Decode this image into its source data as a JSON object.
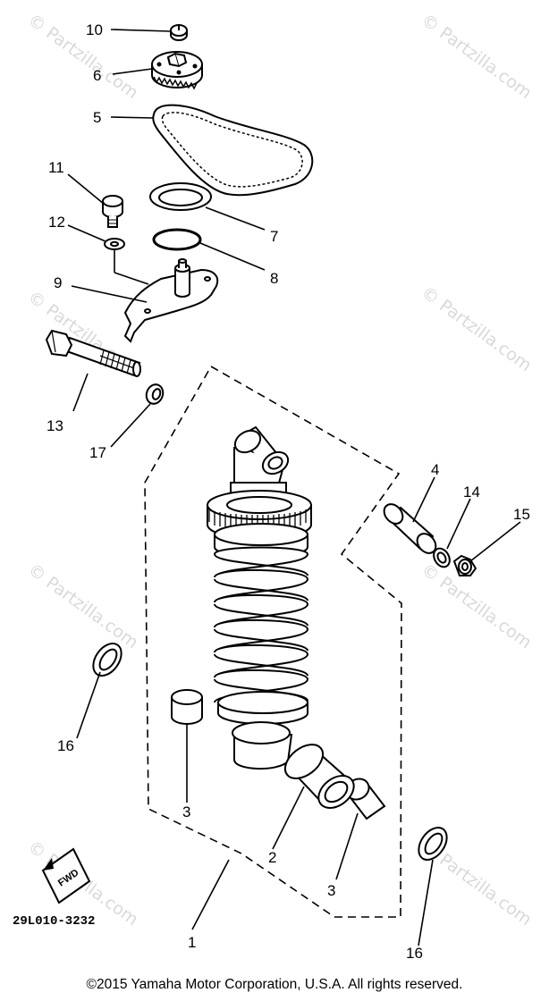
{
  "watermark": "© Partzilla.com",
  "callouts": {
    "p10": "10",
    "p6": "6",
    "p5": "5",
    "p11": "11",
    "p12": "12",
    "p7": "7",
    "p8": "8",
    "p9": "9",
    "p13": "13",
    "p17": "17",
    "p4": "4",
    "p14": "14",
    "p15": "15",
    "p16a": "16",
    "p16b": "16",
    "p3a": "3",
    "p3b": "3",
    "p2": "2",
    "p1": "1"
  },
  "fwd_label": "FWD",
  "diagram_code": "29L010-3232",
  "copyright": "©2015  Yamaha Motor Corporation, U.S.A. All rights reserved."
}
